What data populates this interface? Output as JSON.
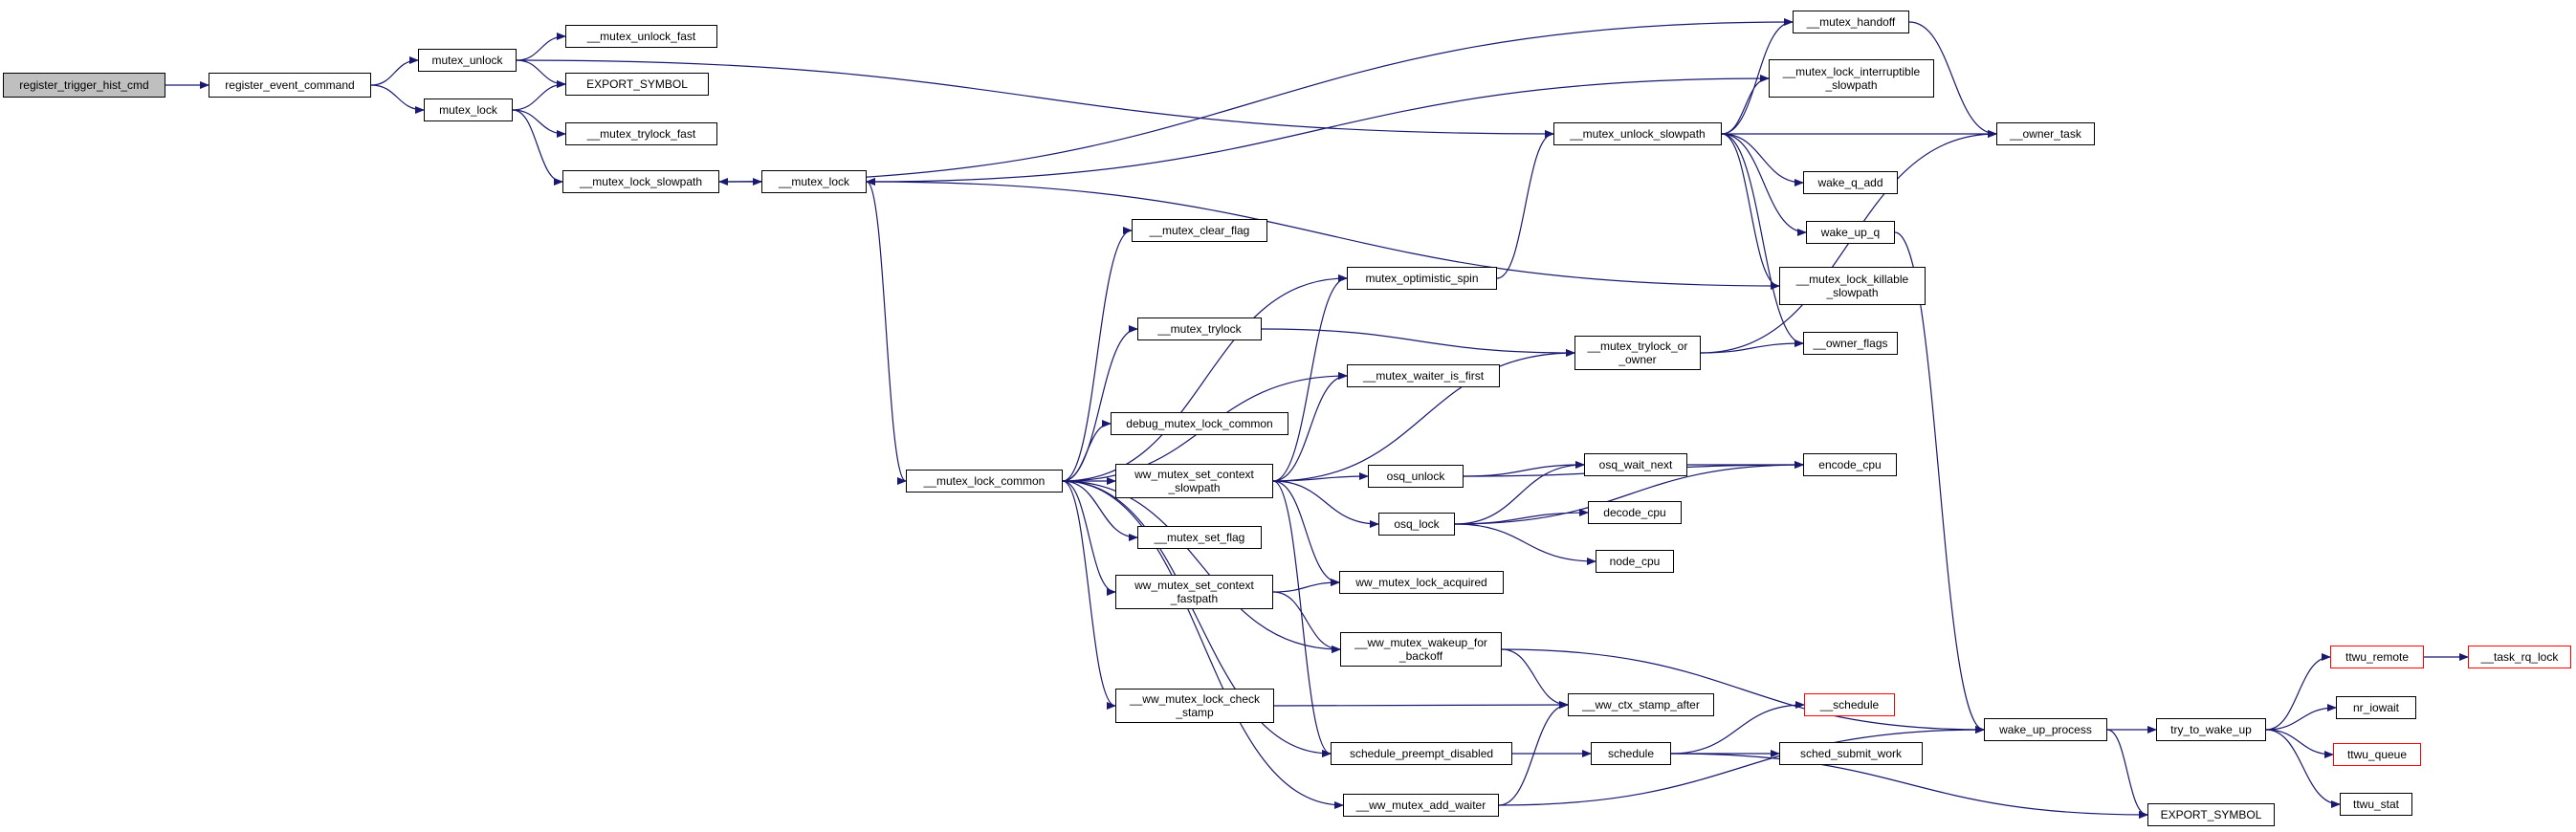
{
  "colors": {
    "edge": "#191970",
    "root_fill": "#bfbfbf",
    "truncated_border": "#ff0000",
    "node_border": "#000000",
    "background": "#ffffff"
  },
  "nodes": {
    "register_trigger_hist_cmd": "register_trigger_hist_cmd",
    "register_event_command": "register_event_command",
    "mutex_unlock": "mutex_unlock",
    "mutex_unlock_fast": "__mutex_unlock_fast",
    "export_symbol_top": "EXPORT_SYMBOL",
    "mutex_lock": "mutex_lock",
    "mutex_trylock_fast": "__mutex_trylock_fast",
    "mutex_lock_slowpath": "__mutex_lock_slowpath",
    "mutex_lock_inner": "__mutex_lock",
    "mutex_clear_flag": "__mutex_clear_flag",
    "mutex_optimistic_spin": "mutex_optimistic_spin",
    "mutex_trylock": "__mutex_trylock",
    "mutex_waiter_is_first": "__mutex_waiter_is_first",
    "debug_mutex_lock_common": "debug_mutex_lock_common",
    "mutex_lock_common": "__mutex_lock_common",
    "ww_mutex_set_context_slowpath": "ww_mutex_set_context\n_slowpath",
    "mutex_set_flag": "__mutex_set_flag",
    "ww_mutex_set_context_fastpath": "ww_mutex_set_context\n_fastpath",
    "ww_mutex_lock_acquired": "ww_mutex_lock_acquired",
    "ww_mutex_wakeup_for_backoff": "__ww_mutex_wakeup_for\n_backoff",
    "ww_mutex_lock_check_stamp": "__ww_mutex_lock_check\n_stamp",
    "ww_ctx_stamp_after": "__ww_ctx_stamp_after",
    "schedule_preempt_disabled": "schedule_preempt_disabled",
    "ww_mutex_add_waiter": "__ww_mutex_add_waiter",
    "mutex_handoff": "__mutex_handoff",
    "mutex_lock_interruptible_slowpath": "__mutex_lock_interruptible\n_slowpath",
    "mutex_unlock_slowpath": "__mutex_unlock_slowpath",
    "owner_task": "__owner_task",
    "wake_q_add": "wake_q_add",
    "wake_up_q": "wake_up_q",
    "mutex_lock_killable_slowpath": "__mutex_lock_killable\n_slowpath",
    "mutex_trylock_or_owner": "__mutex_trylock_or\n_owner",
    "owner_flags": "__owner_flags",
    "osq_unlock": "osq_unlock",
    "osq_wait_next": "osq_wait_next",
    "encode_cpu": "encode_cpu",
    "osq_lock": "osq_lock",
    "decode_cpu": "decode_cpu",
    "node_cpu": "node_cpu",
    "schedule_func": "__schedule",
    "schedule": "schedule",
    "sched_submit_work": "sched_submit_work",
    "wake_up_process": "wake_up_process",
    "try_to_wake_up": "try_to_wake_up",
    "export_symbol_bottom": "EXPORT_SYMBOL",
    "ttwu_remote": "ttwu_remote",
    "task_rq_lock": "__task_rq_lock",
    "nr_iowait": "nr_iowait",
    "ttwu_queue": "ttwu_queue",
    "ttwu_stat": "ttwu_stat"
  },
  "edges": [
    [
      "register_trigger_hist_cmd",
      "register_event_command"
    ],
    [
      "register_event_command",
      "mutex_unlock"
    ],
    [
      "register_event_command",
      "mutex_lock"
    ],
    [
      "mutex_unlock",
      "mutex_unlock_fast"
    ],
    [
      "mutex_unlock",
      "export_symbol_top"
    ],
    [
      "mutex_unlock",
      "mutex_unlock_slowpath"
    ],
    [
      "mutex_lock",
      "export_symbol_top"
    ],
    [
      "mutex_lock",
      "mutex_trylock_fast"
    ],
    [
      "mutex_lock",
      "mutex_lock_slowpath"
    ],
    [
      "mutex_lock_slowpath",
      "mutex_lock_inner"
    ],
    [
      "mutex_lock_inner",
      "mutex_lock_common"
    ],
    [
      "mutex_lock_common",
      "mutex_clear_flag"
    ],
    [
      "mutex_lock_common",
      "mutex_optimistic_spin"
    ],
    [
      "mutex_lock_common",
      "mutex_trylock"
    ],
    [
      "mutex_lock_common",
      "mutex_waiter_is_first"
    ],
    [
      "mutex_lock_common",
      "debug_mutex_lock_common"
    ],
    [
      "mutex_lock_common",
      "ww_mutex_set_context_slowpath"
    ],
    [
      "mutex_lock_common",
      "mutex_set_flag"
    ],
    [
      "mutex_lock_common",
      "ww_mutex_set_context_fastpath"
    ],
    [
      "mutex_lock_common",
      "ww_mutex_wakeup_for_backoff"
    ],
    [
      "mutex_lock_common",
      "ww_mutex_lock_check_stamp"
    ],
    [
      "mutex_lock_common",
      "schedule_preempt_disabled"
    ],
    [
      "mutex_lock_common",
      "ww_mutex_add_waiter"
    ],
    [
      "mutex_optimistic_spin",
      "mutex_unlock_slowpath"
    ],
    [
      "mutex_trylock",
      "mutex_trylock_or_owner"
    ],
    [
      "ww_mutex_set_context_slowpath",
      "mutex_optimistic_spin"
    ],
    [
      "ww_mutex_set_context_slowpath",
      "mutex_waiter_is_first"
    ],
    [
      "ww_mutex_set_context_slowpath",
      "mutex_trylock_or_owner"
    ],
    [
      "ww_mutex_set_context_slowpath",
      "osq_unlock"
    ],
    [
      "ww_mutex_set_context_slowpath",
      "osq_lock"
    ],
    [
      "ww_mutex_set_context_slowpath",
      "ww_mutex_lock_acquired"
    ],
    [
      "ww_mutex_set_context_slowpath",
      "schedule_preempt_disabled"
    ],
    [
      "ww_mutex_set_context_fastpath",
      "ww_mutex_lock_acquired"
    ],
    [
      "ww_mutex_set_context_fastpath",
      "ww_mutex_wakeup_for_backoff"
    ],
    [
      "ww_mutex_wakeup_for_backoff",
      "ww_ctx_stamp_after"
    ],
    [
      "ww_mutex_wakeup_for_backoff",
      "wake_up_process"
    ],
    [
      "ww_mutex_lock_check_stamp",
      "ww_ctx_stamp_after"
    ],
    [
      "schedule_preempt_disabled",
      "schedule"
    ],
    [
      "ww_mutex_add_waiter",
      "ww_ctx_stamp_after"
    ],
    [
      "ww_mutex_add_waiter",
      "wake_up_process"
    ],
    [
      "mutex_unlock_slowpath",
      "mutex_handoff"
    ],
    [
      "mutex_unlock_slowpath",
      "mutex_lock_interruptible_slowpath"
    ],
    [
      "mutex_unlock_slowpath",
      "owner_task"
    ],
    [
      "mutex_unlock_slowpath",
      "wake_q_add"
    ],
    [
      "mutex_unlock_slowpath",
      "wake_up_q"
    ],
    [
      "mutex_unlock_slowpath",
      "mutex_lock_killable_slowpath"
    ],
    [
      "mutex_unlock_slowpath",
      "owner_flags"
    ],
    [
      "mutex_handoff",
      "mutex_lock_slowpath"
    ],
    [
      "mutex_handoff",
      "owner_task"
    ],
    [
      "mutex_lock_interruptible_slowpath",
      "mutex_lock_inner"
    ],
    [
      "mutex_lock_killable_slowpath",
      "mutex_lock_inner"
    ],
    [
      "wake_up_q",
      "wake_up_process"
    ],
    [
      "mutex_trylock_or_owner",
      "owner_flags"
    ],
    [
      "mutex_trylock_or_owner",
      "owner_task"
    ],
    [
      "osq_unlock",
      "osq_wait_next"
    ],
    [
      "osq_unlock",
      "encode_cpu"
    ],
    [
      "osq_wait_next",
      "encode_cpu"
    ],
    [
      "osq_lock",
      "osq_wait_next"
    ],
    [
      "osq_lock",
      "decode_cpu"
    ],
    [
      "osq_lock",
      "node_cpu"
    ],
    [
      "osq_lock",
      "encode_cpu"
    ],
    [
      "schedule",
      "schedule_func"
    ],
    [
      "schedule",
      "sched_submit_work"
    ],
    [
      "schedule",
      "export_symbol_bottom"
    ],
    [
      "wake_up_process",
      "try_to_wake_up"
    ],
    [
      "wake_up_process",
      "export_symbol_bottom"
    ],
    [
      "try_to_wake_up",
      "ttwu_remote"
    ],
    [
      "try_to_wake_up",
      "nr_iowait"
    ],
    [
      "try_to_wake_up",
      "ttwu_queue"
    ],
    [
      "try_to_wake_up",
      "ttwu_stat"
    ],
    [
      "ttwu_remote",
      "task_rq_lock"
    ]
  ]
}
